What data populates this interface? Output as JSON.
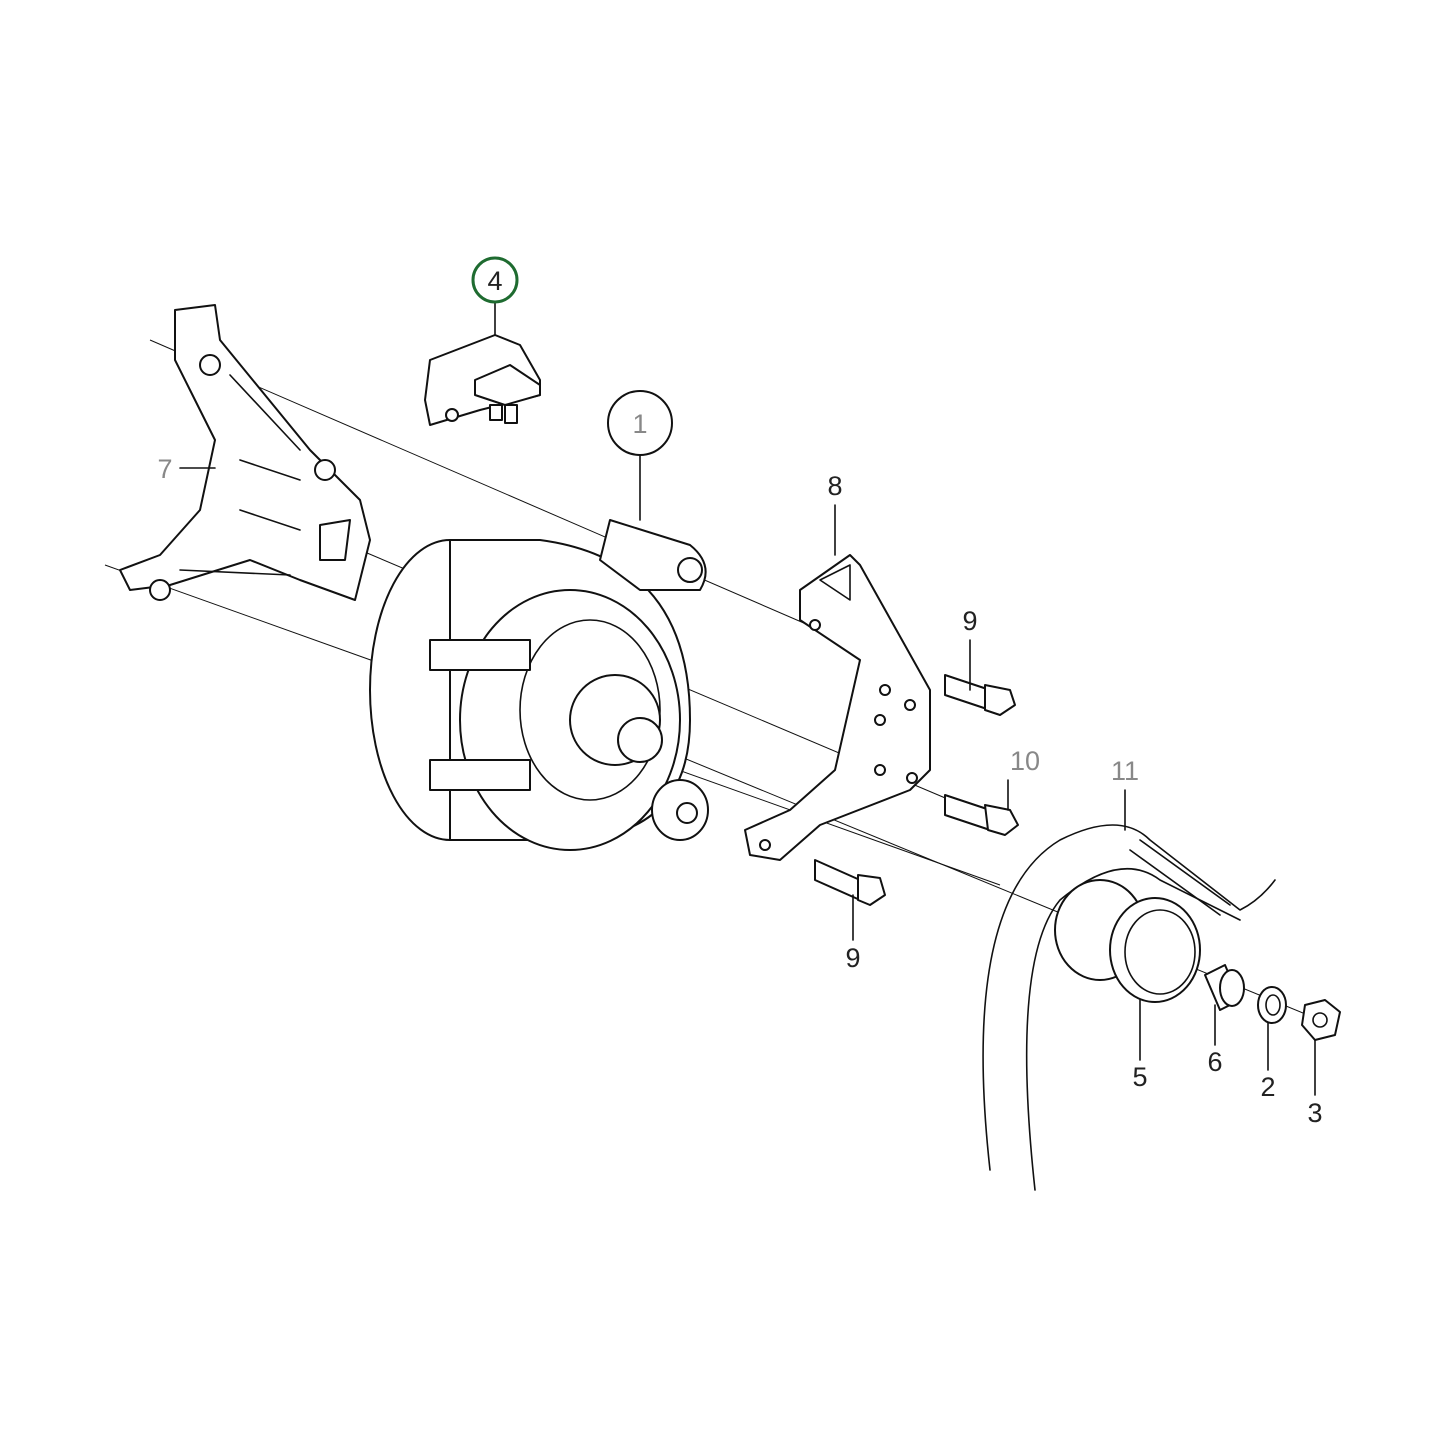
{
  "diagram": {
    "highlight_color": "#1e6b30",
    "callouts": [
      {
        "id": "c4",
        "text": "4",
        "circled": true,
        "highlighted": true
      },
      {
        "id": "c1",
        "text": "1",
        "circled": true,
        "highlighted": false
      },
      {
        "id": "c7",
        "text": "7"
      },
      {
        "id": "c8",
        "text": "8"
      },
      {
        "id": "c9a",
        "text": "9"
      },
      {
        "id": "c10",
        "text": "10"
      },
      {
        "id": "c11",
        "text": "11"
      },
      {
        "id": "c9b",
        "text": "9"
      },
      {
        "id": "c5",
        "text": "5"
      },
      {
        "id": "c6",
        "text": "6"
      },
      {
        "id": "c2",
        "text": "2"
      },
      {
        "id": "c3",
        "text": "3"
      }
    ]
  }
}
